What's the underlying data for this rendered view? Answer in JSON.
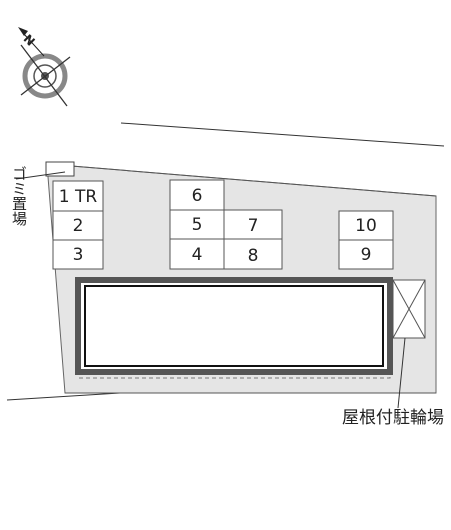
{
  "compass": {
    "north_label": "N"
  },
  "labels": {
    "garbage": "ゴミ置場",
    "roofed_bicycle_parking": "屋根付駐輪場"
  },
  "parking_spaces": {
    "s1": "1 TR",
    "s2": "2",
    "s3": "3",
    "s4": "4",
    "s5": "5",
    "s6": "6",
    "s7": "7",
    "s8": "8",
    "s9": "9",
    "s10": "10"
  }
}
